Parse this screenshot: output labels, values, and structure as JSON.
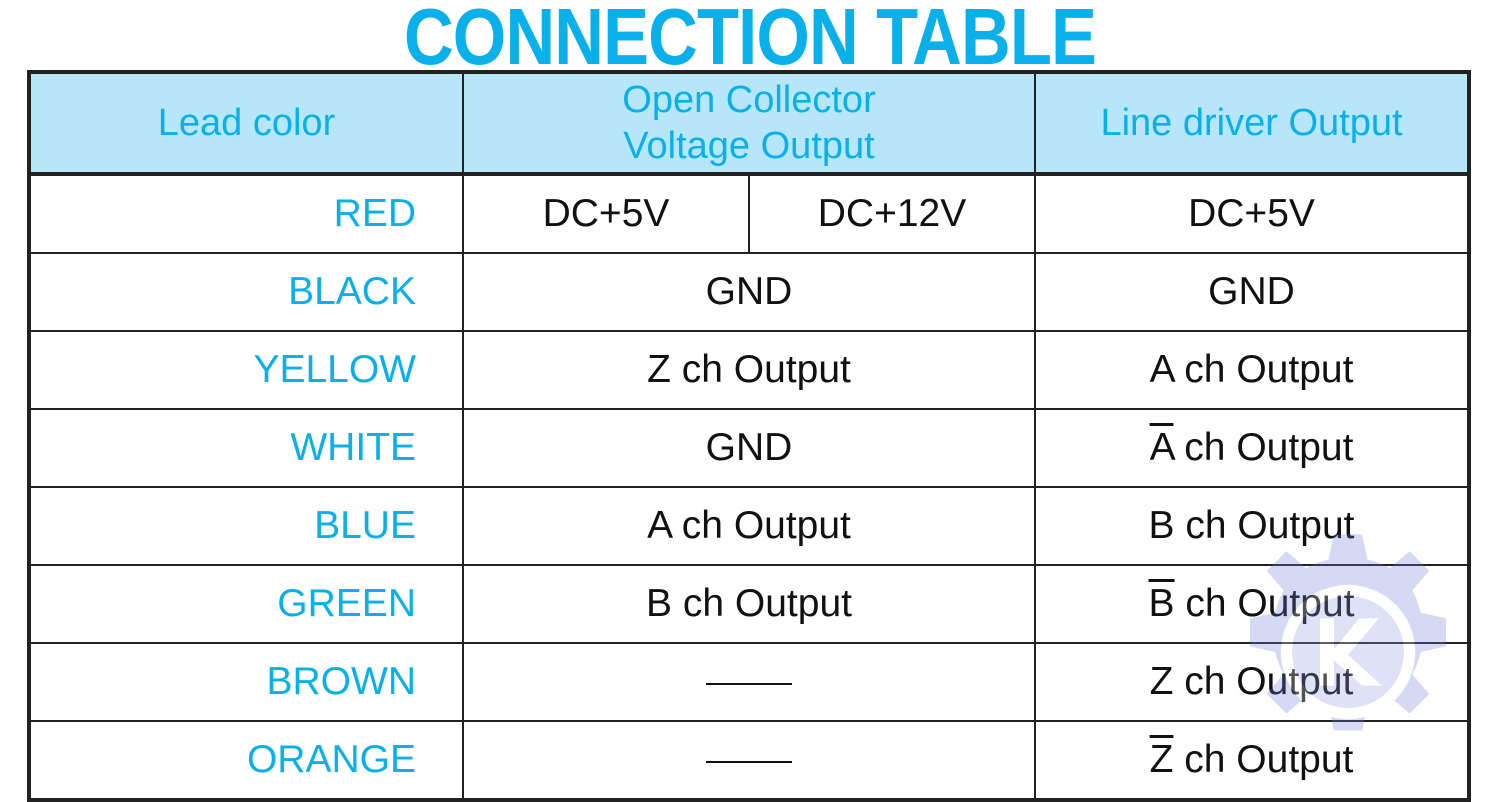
{
  "title": "CONNECTION TABLE",
  "header": {
    "lead_color": "Lead color",
    "open_collector_line1": "Open Collector",
    "open_collector_line2": "Voltage Output",
    "line_driver": "Line driver Output"
  },
  "rows": [
    {
      "lead": "RED",
      "oc_5v": "DC+5V",
      "oc_12v": "DC+12V",
      "ld_prefix": "",
      "ld_overline": "",
      "ld_text": "DC+5V"
    },
    {
      "lead": "BLACK",
      "oc": "GND",
      "ld_prefix": "",
      "ld_overline": "",
      "ld_text": "GND"
    },
    {
      "lead": "YELLOW",
      "oc": "Z ch Output",
      "ld_prefix": "A",
      "ld_overline": "",
      "ld_text": " ch Output"
    },
    {
      "lead": "WHITE",
      "oc": "GND",
      "ld_prefix": "",
      "ld_overline": "A",
      "ld_text": " ch Output"
    },
    {
      "lead": "BLUE",
      "oc": "A ch Output",
      "ld_prefix": "B",
      "ld_overline": "",
      "ld_text": " ch Output"
    },
    {
      "lead": "GREEN",
      "oc": "B ch Output",
      "ld_prefix": "",
      "ld_overline": "B",
      "ld_text": " ch Output"
    },
    {
      "lead": "BROWN",
      "oc": "—",
      "ld_prefix": "Z",
      "ld_overline": "",
      "ld_text": " ch Output"
    },
    {
      "lead": "ORANGE",
      "oc": "—",
      "ld_prefix": "",
      "ld_overline": "Z",
      "ld_text": " ch Output"
    }
  ],
  "colors": {
    "accent": "#0ab0ea",
    "header_bg": "#b7e6f9",
    "text": "#111111"
  },
  "watermark": {
    "icon": "gear-logo-icon"
  }
}
